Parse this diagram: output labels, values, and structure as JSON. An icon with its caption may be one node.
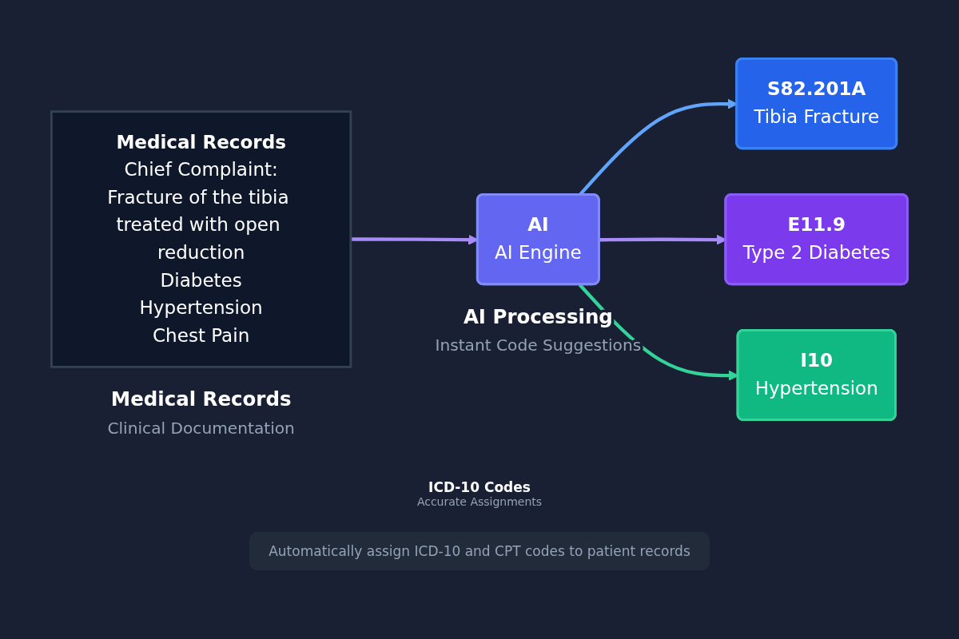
{
  "diagram": {
    "caption": "Automatically assign ICD-10 and CPT codes to patient records",
    "nodes": [
      {
        "text": [
          "Medical Records",
          "Chief Complaint:",
          "Fracture of the tibia treated with open reduction",
          "Diabetes",
          "Hypertension",
          "Chest Pain"
        ],
        "beside": [
          "Medical Records",
          "Clinical Documentation"
        ]
      },
      {
        "text": [
          "AI",
          "AI Engine"
        ],
        "beside": [
          "AI Processing",
          "Instant Code Suggestions"
        ]
      },
      {
        "text": [
          "S82.201A",
          "Tibia Fracture"
        ]
      },
      {
        "text": [
          "E11.9",
          "Type 2 Diabetes"
        ]
      },
      {
        "text": [
          "I10",
          "Hypertension"
        ]
      }
    ],
    "edges": [
      {
        "from": 0,
        "to": 1,
        "arrow": "to",
        "color": "#a78bfa"
      },
      {
        "from": 1,
        "to": 2,
        "arrow": "to",
        "color": "#60a5fa"
      },
      {
        "from": 1,
        "to": 3,
        "arrow": "to",
        "color": "#a78bfa"
      },
      {
        "from": 1,
        "to": 4,
        "arrow": "to",
        "color": "#34d399"
      }
    ],
    "labels": [
      "ICD-10 Codes",
      "Accurate Assignments"
    ]
  }
}
